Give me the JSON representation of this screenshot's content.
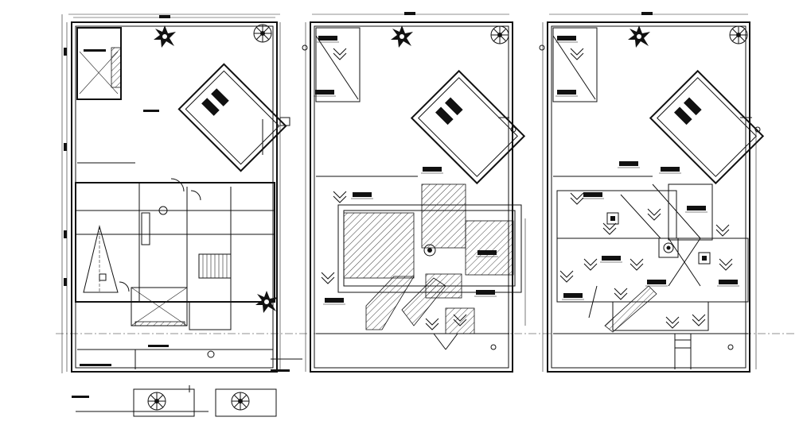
{
  "drawing": {
    "sheets": [
      {
        "id": "ground-floor-plan"
      },
      {
        "id": "roof-plan"
      },
      {
        "id": "terrace-plan"
      }
    ],
    "colors": {
      "ink": "#111111",
      "paper": "#ffffff"
    },
    "icons": [
      "tree-icon",
      "north-arrow-icon",
      "fall-arrow-icon",
      "section-marker-icon"
    ]
  }
}
